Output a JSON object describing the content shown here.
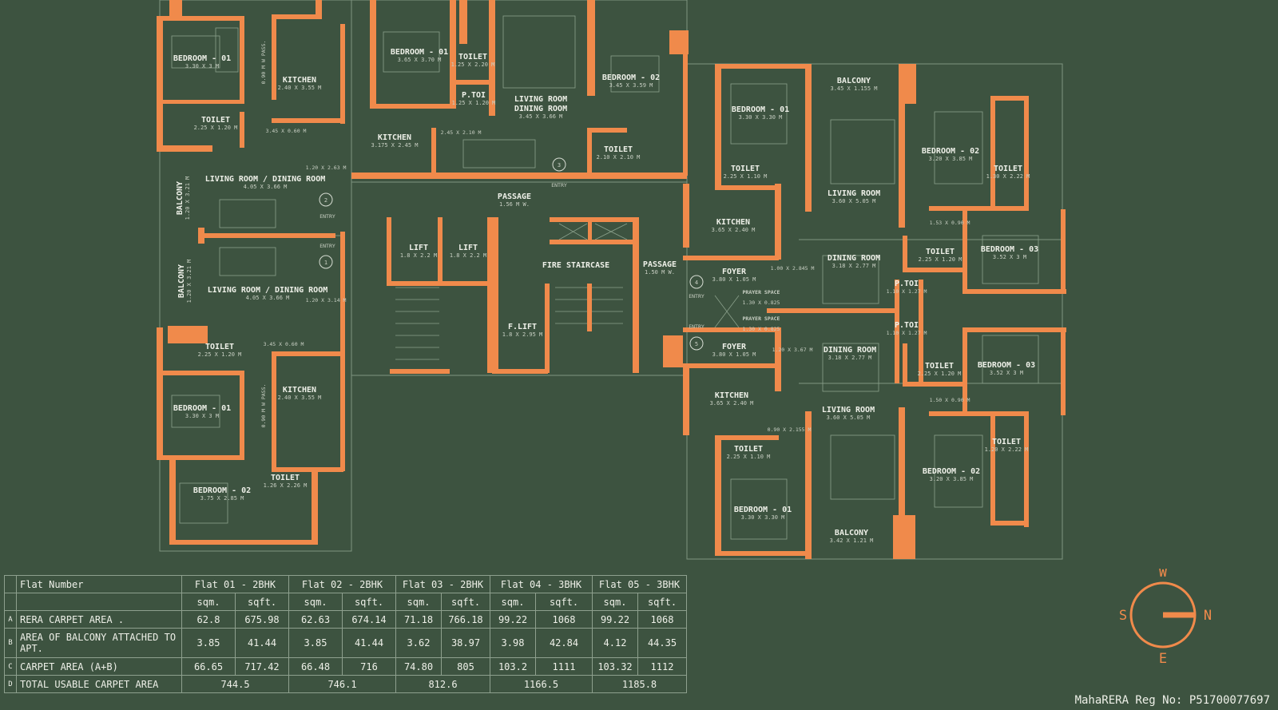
{
  "plan": {
    "rooms": [
      {
        "id": "f1-bed1",
        "name": "BEDROOM - 01",
        "dim": "3.30 X 3 M"
      },
      {
        "id": "f1-kit",
        "name": "KITCHEN",
        "dim": "2.40 X 3.55 M"
      },
      {
        "id": "f1-toi",
        "name": "TOILET",
        "dim": "2.25 X 1.20 M"
      },
      {
        "id": "f2-liv",
        "name": "LIVING ROOM / DINING ROOM",
        "dim": "4.05 X 3.66 M"
      },
      {
        "id": "f1-liv",
        "name": "LIVING ROOM / DINING ROOM",
        "dim": "4.05 X 3.66 M"
      },
      {
        "id": "f1b-toi",
        "name": "TOILET",
        "dim": "2.25 X 1.20 M"
      },
      {
        "id": "f1b-kit",
        "name": "KITCHEN",
        "dim": "2.40 X 3.55 M"
      },
      {
        "id": "f1b-bed1",
        "name": "BEDROOM - 01",
        "dim": "3.30 X 3 M"
      },
      {
        "id": "f1b-toi2",
        "name": "TOILET",
        "dim": "1.26 X 2.26 M"
      },
      {
        "id": "f1b-bed2",
        "name": "BEDROOM - 02",
        "dim": "3.75 X 2.85 M"
      },
      {
        "id": "f3-bed1",
        "name": "BEDROOM - 01",
        "dim": "3.65 X 3.70 M"
      },
      {
        "id": "f3-toi",
        "name": "TOILET",
        "dim": "1.25 X 2.20 M"
      },
      {
        "id": "f3-ptoi",
        "name": "P.TOI",
        "dim": "1.25 X 1.20 M"
      },
      {
        "id": "f3-liv",
        "name": "LIVING ROOM",
        "dim": ""
      },
      {
        "id": "f3-din",
        "name": "DINING ROOM",
        "dim": "3.45 X 3.66 M"
      },
      {
        "id": "f3-kit",
        "name": "KITCHEN",
        "dim": "3.175 X 2.45 M"
      },
      {
        "id": "f3-bed2",
        "name": "BEDROOM - 02",
        "dim": "3.45 X 3.59 M"
      },
      {
        "id": "f3-toi2",
        "name": "TOILET",
        "dim": "2.10 X 2.10 M"
      },
      {
        "id": "passage1",
        "name": "PASSAGE",
        "dim": "1.56 M W."
      },
      {
        "id": "lift1",
        "name": "LIFT",
        "dim": "1.8 X 2.2 M"
      },
      {
        "id": "lift2",
        "name": "LIFT",
        "dim": "1.8 X 2.2 M"
      },
      {
        "id": "fire",
        "name": "FIRE STAIRCASE",
        "dim": ""
      },
      {
        "id": "flift",
        "name": "F.LIFT",
        "dim": "1.8 X 2.95 M"
      },
      {
        "id": "passage2",
        "name": "PASSAGE",
        "dim": "1.50 M W."
      },
      {
        "id": "f4-balc",
        "name": "BALCONY",
        "dim": "3.45 X 1.155 M"
      },
      {
        "id": "f4-bed1",
        "name": "BEDROOM - 01",
        "dim": "3.30 X 3.30 M"
      },
      {
        "id": "f4-toi",
        "name": "TOILET",
        "dim": "2.25 X 1.10 M"
      },
      {
        "id": "f4-liv",
        "name": "LIVING ROOM",
        "dim": "3.60 X 5.05 M"
      },
      {
        "id": "f4-bed2",
        "name": "BEDROOM - 02",
        "dim": "3.20 X 3.85 M"
      },
      {
        "id": "f4-toi2",
        "name": "TOILET",
        "dim": "1.30 X 2.22 M"
      },
      {
        "id": "f4-kit",
        "name": "KITCHEN",
        "dim": "3.65 X 2.40 M"
      },
      {
        "id": "f4-foy",
        "name": "FOYER",
        "dim": "3.80 X 1.05 M"
      },
      {
        "id": "f4-din",
        "name": "DINING ROOM",
        "dim": "3.18 X 2.77 M"
      },
      {
        "id": "f4-toi3",
        "name": "TOILET",
        "dim": "2.25 X 1.20 M"
      },
      {
        "id": "f4-bed3",
        "name": "BEDROOM - 03",
        "dim": "3.52 X 3 M"
      },
      {
        "id": "f4-ptoi",
        "name": "P.TOI",
        "dim": "1.10 X 1.27 M"
      },
      {
        "id": "f5-ptoi",
        "name": "P.TOI",
        "dim": "1.10 X 1.27 M"
      },
      {
        "id": "f5-foy",
        "name": "FOYER",
        "dim": "3.80 X 1.05 M"
      },
      {
        "id": "f5-din",
        "name": "DINING ROOM",
        "dim": "3.18 X 2.77 M"
      },
      {
        "id": "f5-toi3",
        "name": "TOILET",
        "dim": "2.25 X 1.20 M"
      },
      {
        "id": "f5-bed3",
        "name": "BEDROOM - 03",
        "dim": "3.52 X 3 M"
      },
      {
        "id": "f5-kit",
        "name": "KITCHEN",
        "dim": "3.65 X 2.40 M"
      },
      {
        "id": "f5-liv",
        "name": "LIVING ROOM",
        "dim": "3.60 X 5.05 M"
      },
      {
        "id": "f5-toi",
        "name": "TOILET",
        "dim": "2.25 X 1.10 M"
      },
      {
        "id": "f5-bed2",
        "name": "BEDROOM - 02",
        "dim": "3.20 X 3.85 M"
      },
      {
        "id": "f5-toi2",
        "name": "TOILET",
        "dim": "1.20 X 2.22 M"
      },
      {
        "id": "f5-bed1",
        "name": "BEDROOM - 01",
        "dim": "3.30 X 3.30 M"
      },
      {
        "id": "f5-balc",
        "name": "BALCONY",
        "dim": "3.42 X 1.21 M"
      }
    ],
    "balconies": [
      {
        "id": "bal-a",
        "name": "BALCONY",
        "dim": "1.20 X 3.21 M"
      },
      {
        "id": "bal-b",
        "name": "BALCONY",
        "dim": "1.20 X 3.21 M"
      }
    ],
    "passages": [
      {
        "id": "pass-a",
        "text": "0.90 M W PASS."
      },
      {
        "id": "pass-b",
        "text": "0.90 M W PASS."
      }
    ],
    "prayer": [
      {
        "id": "pr1",
        "name": "PRAYER SPACE",
        "dim": "1.30 X 0.825"
      },
      {
        "id": "pr2",
        "name": "PRAYER SPACE",
        "dim": "1.30 X 0.825"
      }
    ],
    "dims": {
      "d1": "3.45 X 0.60 M",
      "d2": "1.20 X 2.63 M",
      "d3": "1.20 X 3.14 M",
      "d4": "3.45 X 0.60 M",
      "d5": "2.45 X 2.10 M",
      "d6": "1.53 X 0.90 M",
      "d7": "1.50 X 0.90 M",
      "d8": "1.00 X 2.845 M",
      "d9": "1.20 X 3.67 M",
      "d10": "0.90 X 2.155 M"
    },
    "entry": {
      "label": "ENTRY"
    },
    "flat_markers": [
      "1",
      "2",
      "3",
      "4",
      "5"
    ]
  },
  "table": {
    "header": {
      "flat_number": "Flat Number",
      "flats": [
        "Flat 01 - 2BHK",
        "Flat 02 - 2BHK",
        "Flat 03 - 2BHK",
        "Flat 04 - 3BHK",
        "Flat 05 - 3BHK"
      ]
    },
    "units": {
      "sqm": "sqm.",
      "sqft": "sqft."
    },
    "rows": [
      {
        "letter": "A",
        "label": "RERA CARPET AREA .",
        "values": [
          "62.8",
          "675.98",
          "62.63",
          "674.14",
          "71.18",
          "766.18",
          "99.22",
          "1068",
          "99.22",
          "1068"
        ]
      },
      {
        "letter": "B",
        "label": "AREA OF BALCONY ATTACHED TO APT.",
        "values": [
          "3.85",
          "41.44",
          "3.85",
          "41.44",
          "3.62",
          "38.97",
          "3.98",
          "42.84",
          "4.12",
          "44.35"
        ]
      },
      {
        "letter": "C",
        "label": "CARPET AREA (A+B)",
        "values": [
          "66.65",
          "717.42",
          "66.48",
          "716",
          "74.80",
          "805",
          "103.2",
          "1111",
          "103.32",
          "1112"
        ]
      },
      {
        "letter": "D",
        "label": "TOTAL USABLE CARPET AREA",
        "totals": [
          "744.5",
          "746.1",
          "812.6",
          "1166.5",
          "1185.8"
        ]
      }
    ]
  },
  "compass": {
    "w": "W",
    "s": "S",
    "n": "N",
    "e": "E",
    "color": "#f08a4b"
  },
  "footer": {
    "reg": "MahaRERA Reg No: P51700077697"
  },
  "colors": {
    "background": "#3d5340",
    "wall": "#f08a4b"
  }
}
